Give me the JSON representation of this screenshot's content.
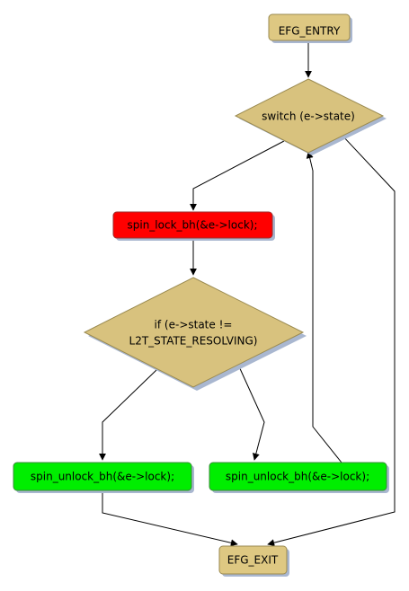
{
  "nodes": {
    "entry": {
      "label": "EFG_ENTRY"
    },
    "switch": {
      "label": "switch (e->state)"
    },
    "lock": {
      "label": "spin_lock_bh(&e->lock);"
    },
    "if_line1": {
      "label": "if (e->state !="
    },
    "if_line2": {
      "label": "L2T_STATE_RESOLVING)"
    },
    "unlock_left": {
      "label": "spin_unlock_bh(&e->lock);"
    },
    "unlock_right": {
      "label": "spin_unlock_bh(&e->lock);"
    },
    "exit": {
      "label": "EFG_EXIT"
    }
  },
  "colors": {
    "terminal_fill": "#dec882",
    "decision_fill": "#d8c27e",
    "lock_fill": "#ff0000",
    "unlock_fill": "#00ee00",
    "border": "#9a8a50",
    "shadow": "#a9b7d0",
    "edge": "#000000"
  }
}
